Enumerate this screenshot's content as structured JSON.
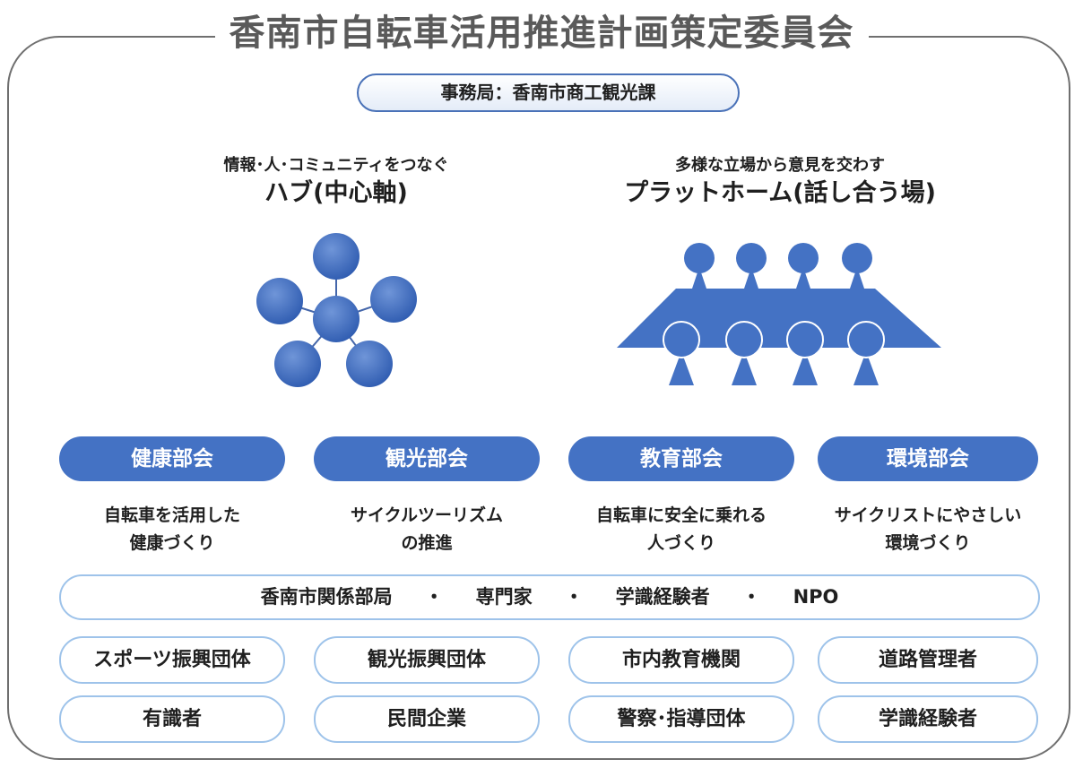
{
  "title": "香南市自転車活用推進計画策定委員会",
  "secretariat": "事務局：香南市商工観光課",
  "hub": {
    "subtitle": "情報･人･コミュニティをつなぐ",
    "label": "ハブ(中心軸)"
  },
  "platform": {
    "subtitle": "多様な立場から意見を交わす",
    "label": "プラットホーム(話し合う場)"
  },
  "departments": [
    {
      "name": "健康部会",
      "desc1": "自転車を活用した",
      "desc2": "健康づくり"
    },
    {
      "name": "観光部会",
      "desc1": "サイクルツーリズム",
      "desc2": "の推進"
    },
    {
      "name": "教育部会",
      "desc1": "自転車に安全に乗れる",
      "desc2": "人づくり"
    },
    {
      "name": "環境部会",
      "desc1": "サイクリストにやさしい",
      "desc2": "環境づくり"
    }
  ],
  "members_main": {
    "a": "香南市関係部局",
    "b": "専門家",
    "c": "学識経験者",
    "d": "NPO",
    "sep": "・"
  },
  "members_row1": [
    "スポーツ振興団体",
    "観光振興団体",
    "市内教育機関",
    "道路管理者"
  ],
  "members_row2": [
    "有識者",
    "民間企業",
    "警察･指導団体",
    "学識経験者"
  ],
  "colors": {
    "accent": "#4472c4",
    "pill_border": "#9ec3ea",
    "frame": "#6f6f6f"
  },
  "icons": {
    "hub": "hub-network-icon",
    "platform": "meeting-table-icon"
  }
}
